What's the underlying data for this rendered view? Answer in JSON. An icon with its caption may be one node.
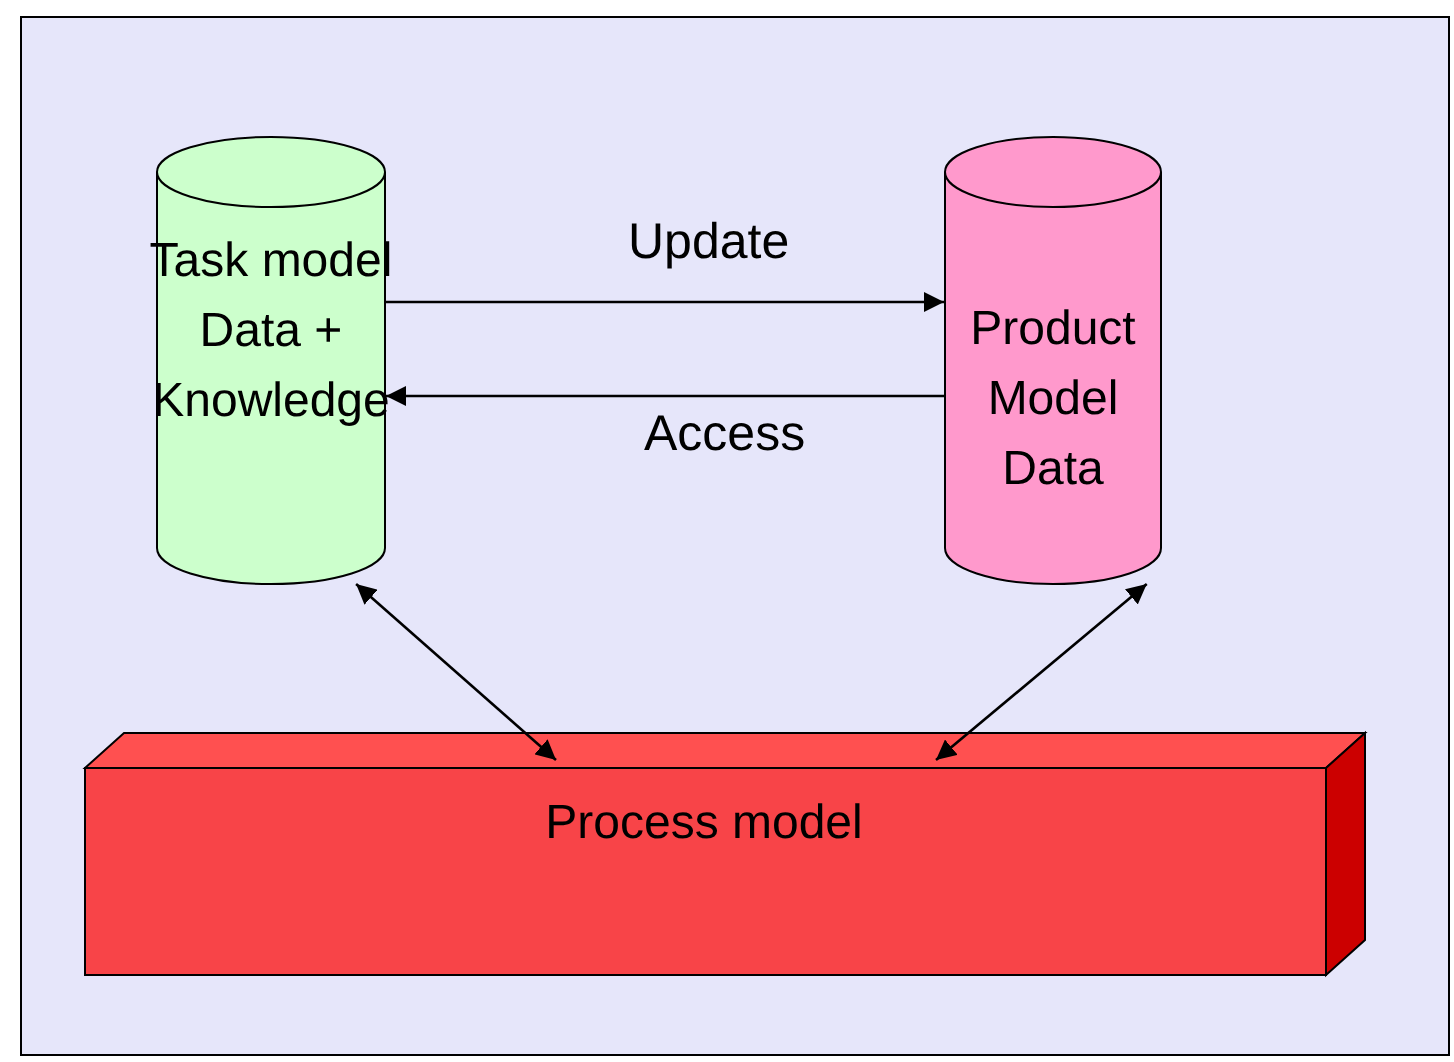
{
  "diagram": {
    "nodes": [
      {
        "text": [
          "Task model Data + Knowledge"
        ]
      },
      {
        "text": [
          "Product Model Data"
        ]
      },
      {
        "text": [
          "Process model"
        ]
      }
    ],
    "edges": [
      {
        "from": 0,
        "to": 1,
        "arrow": "to",
        "label": "Update"
      },
      {
        "from": 1,
        "to": 0,
        "arrow": "to",
        "label": "Access"
      },
      {
        "from": 0,
        "to": 2,
        "arrow": "both"
      },
      {
        "from": 1,
        "to": 2,
        "arrow": "both"
      }
    ]
  }
}
